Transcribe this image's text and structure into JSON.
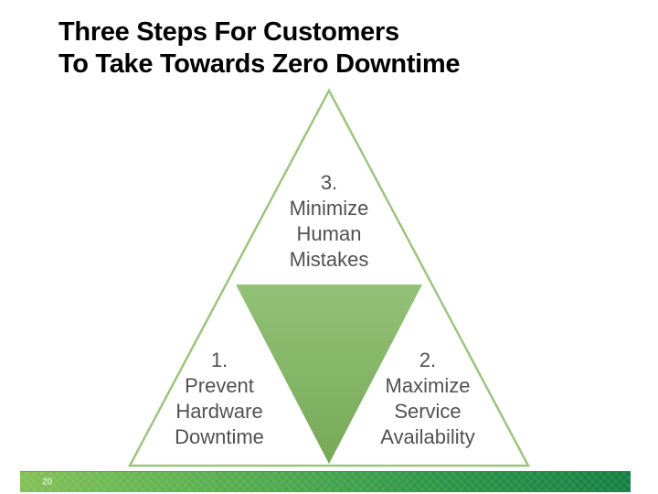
{
  "slide": {
    "title": {
      "line1": "Three Steps For Customers",
      "line2": "To Take Towards Zero Downtime"
    },
    "diagram": {
      "steps": [
        {
          "number": "1.",
          "lines": [
            "Prevent",
            "Hardware",
            "Downtime"
          ]
        },
        {
          "number": "2.",
          "lines": [
            "Maximize",
            "Service",
            "Availability"
          ]
        },
        {
          "number": "3.",
          "lines": [
            "Minimize",
            "Human",
            "Mistakes"
          ]
        }
      ]
    },
    "footer": {
      "page_number": "20"
    },
    "colors": {
      "title_text": "#000000",
      "label_text": "#515151",
      "triangle_outline": "#9CC47E",
      "triangle_fill_top": "#93C177",
      "triangle_fill_bottom": "#77A957",
      "footer_gradient_start": "#7FBF52",
      "footer_gradient_end": "#0E7D3E",
      "page_number_text": "#FFFFFF"
    }
  }
}
